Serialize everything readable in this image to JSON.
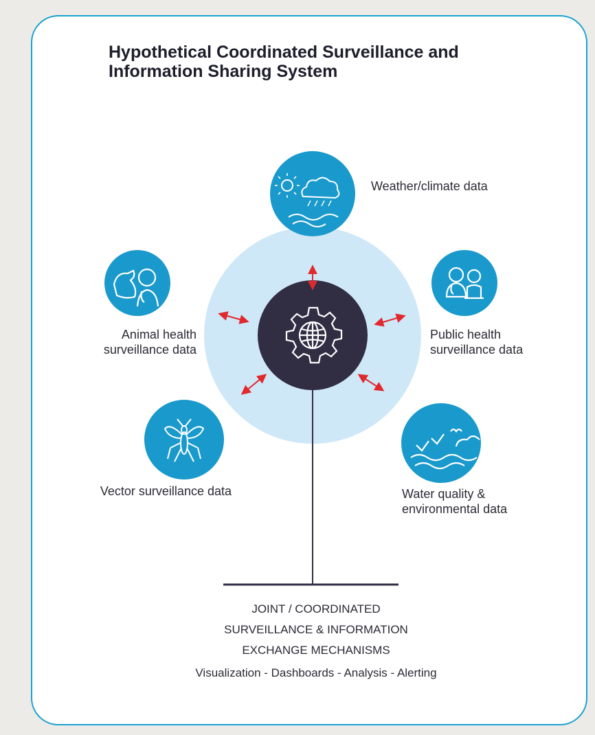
{
  "title": "Hypothetical Coordinated Surveillance and Information Sharing System",
  "nodes": {
    "weather": "Weather/climate data",
    "animal": "Animal health surveillance data",
    "public": "Public health surveillance data",
    "vector": "Vector surveillance data",
    "water": "Water quality & environmental data"
  },
  "footer": {
    "line1": "JOINT / COORDINATED",
    "line2": "SURVEILLANCE & INFORMATION",
    "line3": "EXCHANGE MECHANISMS",
    "line4": "Visualization - Dashboards - Analysis - Alerting"
  },
  "colors": {
    "frame": "#1aa0d0",
    "node": "#1a99cc",
    "halo": "#cfe8f7",
    "hub": "#312d43",
    "arrow": "#e0282d"
  }
}
